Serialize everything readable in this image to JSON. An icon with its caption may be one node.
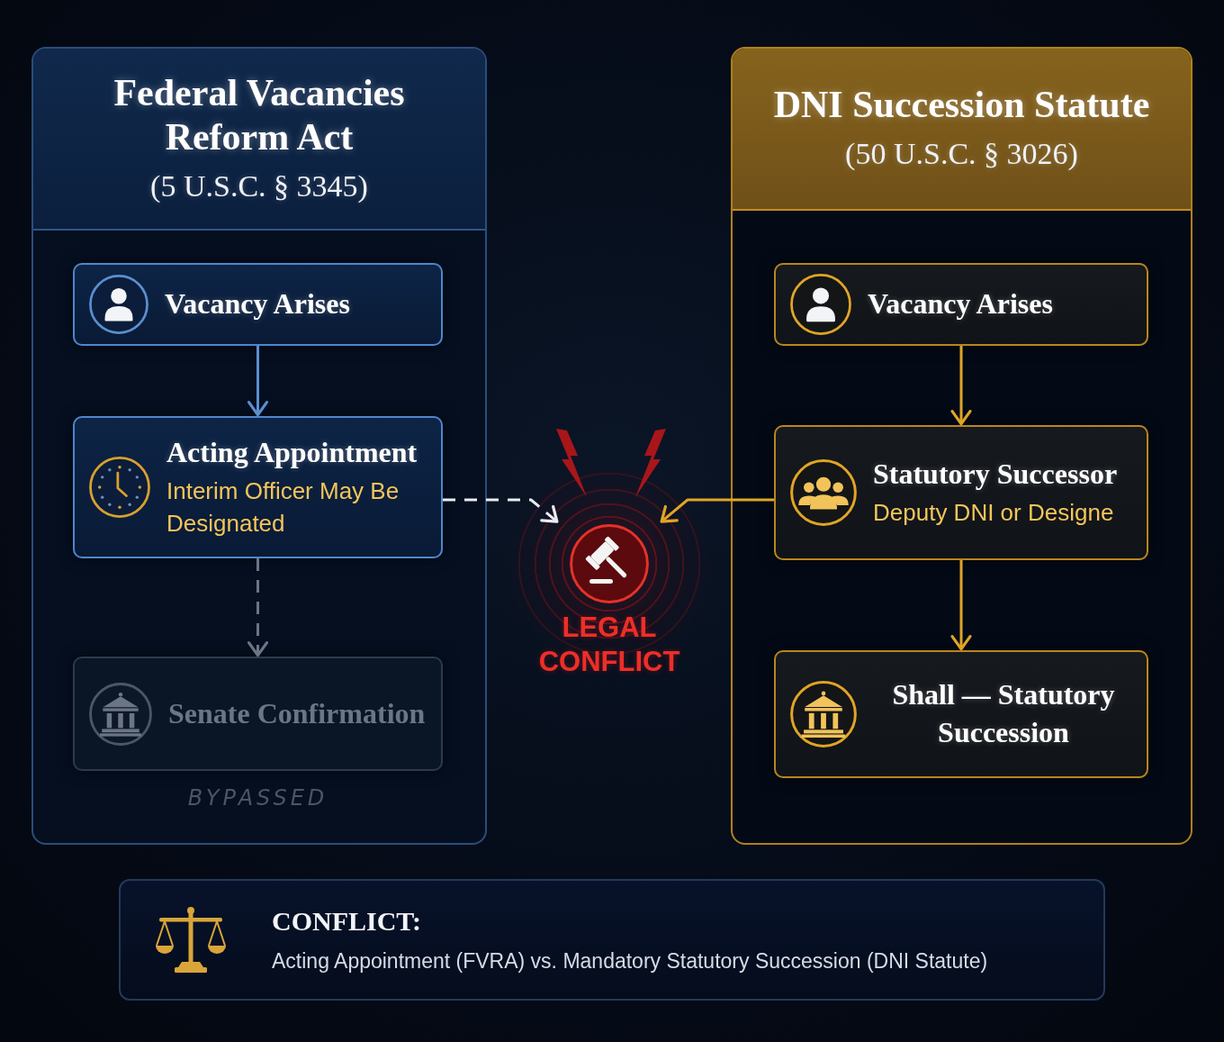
{
  "diagram": {
    "nodes": [
      {
        "text": [
          "Federal Vacancies Reform Act",
          "(5 U.S.C. § 3345)"
        ]
      },
      {
        "text": [
          "Vacancy Arises"
        ],
        "in": 0
      },
      {
        "text": [
          "Acting Appointment",
          "Interim Officer May Be Designated"
        ],
        "in": 0
      },
      {
        "text": [
          "Senate Confirmation"
        ],
        "in": 0,
        "beside": [
          "BYPASSED"
        ]
      },
      {
        "text": [
          "LEGAL CONFLICT"
        ]
      },
      {
        "text": [
          "DNI Succession Statute",
          "(50 U.S.C. § 3026)"
        ]
      },
      {
        "text": [
          "Vacancy Arises"
        ],
        "in": 5
      },
      {
        "text": [
          "Statutory Successor",
          "Deputy DNI or Designe"
        ],
        "in": 5
      },
      {
        "text": [
          "Shall — Statutory Succession"
        ],
        "in": 5
      },
      {
        "text": [
          "CONFLICT:",
          "Acting Appointment (FVRA) vs. Mandatory Statutory Succession (DNI Statute)"
        ]
      }
    ],
    "edges": [
      {
        "from": 1,
        "to": 2,
        "arrow": "to",
        "color": "#5b8fd0"
      },
      {
        "from": 2,
        "to": 3,
        "arrow": "to",
        "style": "dashed",
        "color": "#6b7585"
      },
      {
        "from": 2,
        "to": 4,
        "arrow": "to",
        "style": "dashed",
        "color": "#e8ecf2"
      },
      {
        "from": 6,
        "to": 7,
        "arrow": "to"
      },
      {
        "from": 7,
        "to": 4,
        "arrow": "to"
      },
      {
        "from": 7,
        "to": 8,
        "arrow": "to"
      }
    ]
  }
}
